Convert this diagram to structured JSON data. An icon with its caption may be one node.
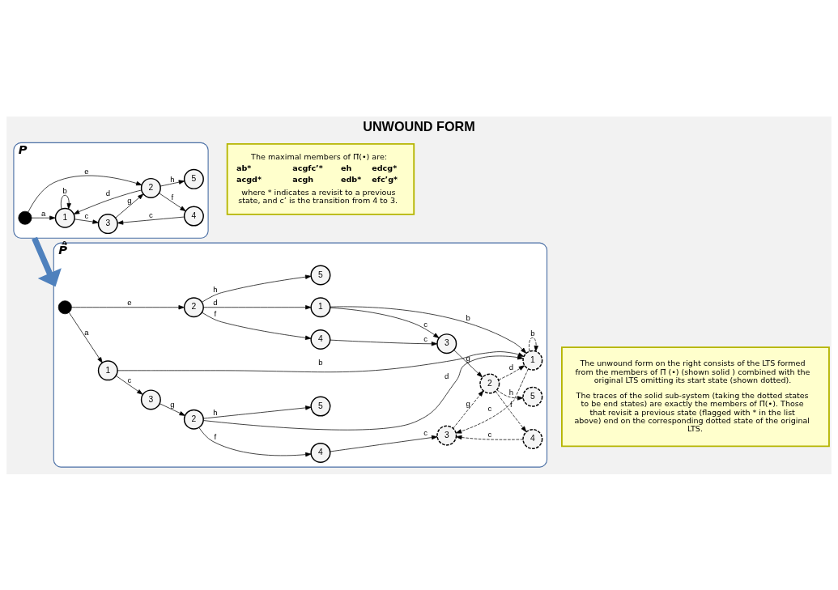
{
  "diagram": {
    "title": "UNWOUND FORM",
    "nodes": [
      {
        "text": [
          "P"
        ]
      },
      {
        "text": [],
        "shape": "circle",
        "in": 0
      },
      {
        "text": [
          "1"
        ],
        "in": 0
      },
      {
        "text": [
          "3"
        ],
        "in": 0
      },
      {
        "text": [
          "2"
        ],
        "in": 0
      },
      {
        "text": [
          "4"
        ],
        "in": 0
      },
      {
        "text": [
          "5"
        ],
        "in": 0
      },
      {
        "text": [
          "The maximal members of Π⃗(•) are:",
          "ab*",
          "acgfc’*",
          "eh",
          "edcg*",
          "acgd*",
          "acgh",
          "edb*",
          "efc’g*",
          "where * indicates a revisit to a previous state, and c’ is the transition from 4 to 3."
        ]
      },
      {
        "text": [
          "P⃗̊"
        ]
      },
      {
        "text": [],
        "shape": "circle",
        "in": 8
      },
      {
        "text": [
          "1"
        ],
        "in": 8
      },
      {
        "text": [
          "3"
        ],
        "in": 8
      },
      {
        "text": [
          "2"
        ],
        "in": 8
      },
      {
        "text": [
          "5"
        ],
        "in": 8
      },
      {
        "text": [
          "4"
        ],
        "in": 8
      },
      {
        "text": [
          "2"
        ],
        "in": 8
      },
      {
        "text": [
          "1"
        ],
        "in": 8
      },
      {
        "text": [
          "4"
        ],
        "in": 8
      },
      {
        "text": [
          "3"
        ],
        "in": 8
      },
      {
        "text": [
          "5"
        ],
        "in": 8
      },
      {
        "text": [
          "1"
        ],
        "in": 8
      },
      {
        "text": [
          "3"
        ],
        "in": 8
      },
      {
        "text": [
          "2"
        ],
        "in": 8
      },
      {
        "text": [
          "4"
        ],
        "in": 8
      },
      {
        "text": [
          "5"
        ],
        "in": 8
      },
      {
        "text": [
          "The unwound form on the right consists of the LTS formed from the members of Π⃗ (•) (shown solid ) combined with the original LTS omitting its start state (shown dotted).",
          "The traces of the solid sub-system (taking the dotted states to be end states) are exactly the members of Π⃗(•). Those that revisit a previous state (flagged with * in the list above) end on the corresponding dotted state of the original LTS."
        ]
      }
    ],
    "edges": [
      {
        "from": 1,
        "to": 2,
        "arrow": "to",
        "label": "a"
      },
      {
        "from": 1,
        "to": 4,
        "arrow": "to",
        "label": "e"
      },
      {
        "from": 2,
        "to": 2,
        "arrow": "to",
        "label": "b"
      },
      {
        "from": 2,
        "to": 3,
        "arrow": "to",
        "label": "c"
      },
      {
        "from": 4,
        "to": 2,
        "arrow": "to",
        "label": "d"
      },
      {
        "from": 3,
        "to": 4,
        "arrow": "to",
        "label": "g"
      },
      {
        "from": 4,
        "to": 5,
        "arrow": "to",
        "label": "f"
      },
      {
        "from": 5,
        "to": 3,
        "arrow": "to",
        "label": "c"
      },
      {
        "from": 4,
        "to": 6,
        "arrow": "to",
        "label": "h"
      },
      {
        "from": 0,
        "to": 8,
        "arrow": "to",
        "style": "thick",
        "color": "#4f81bd"
      },
      {
        "from": 9,
        "to": 10,
        "arrow": "to",
        "label": "a"
      },
      {
        "from": 9,
        "to": 15,
        "arrow": "to",
        "label": "e"
      },
      {
        "from": 10,
        "to": 11,
        "arrow": "to",
        "label": "c"
      },
      {
        "from": 10,
        "to": 20,
        "arrow": "to",
        "label": "b"
      },
      {
        "from": 11,
        "to": 12,
        "arrow": "to",
        "label": "g"
      },
      {
        "from": 12,
        "to": 13,
        "arrow": "to",
        "label": "h"
      },
      {
        "from": 12,
        "to": 14,
        "arrow": "to",
        "label": "f"
      },
      {
        "from": 12,
        "to": 20,
        "arrow": "to",
        "label": "d"
      },
      {
        "from": 14,
        "to": 21,
        "arrow": "to",
        "label": "c"
      },
      {
        "from": 15,
        "to": 16,
        "arrow": "to",
        "label": "d"
      },
      {
        "from": 15,
        "to": 17,
        "arrow": "to",
        "label": "f"
      },
      {
        "from": 15,
        "to": 19,
        "arrow": "to",
        "label": "h"
      },
      {
        "from": 16,
        "to": 20,
        "arrow": "to",
        "label": "b"
      },
      {
        "from": 16,
        "to": 18,
        "arrow": "to",
        "label": "c"
      },
      {
        "from": 17,
        "to": 18,
        "arrow": "to",
        "label": "c"
      },
      {
        "from": 18,
        "to": 22,
        "arrow": "to",
        "label": "g"
      },
      {
        "from": 20,
        "to": 20,
        "arrow": "to",
        "label": "b",
        "style": "dashed"
      },
      {
        "from": 20,
        "to": 21,
        "arrow": "to",
        "label": "c",
        "style": "dashed"
      },
      {
        "from": 21,
        "to": 22,
        "arrow": "to",
        "label": "g",
        "style": "dashed"
      },
      {
        "from": 22,
        "to": 20,
        "arrow": "to",
        "label": "d",
        "style": "dashed"
      },
      {
        "from": 22,
        "to": 23,
        "arrow": "to",
        "label": "f",
        "style": "dashed"
      },
      {
        "from": 23,
        "to": 21,
        "arrow": "to",
        "label": "c",
        "style": "dashed"
      },
      {
        "from": 22,
        "to": 24,
        "arrow": "to",
        "label": "h",
        "style": "dashed"
      }
    ]
  }
}
